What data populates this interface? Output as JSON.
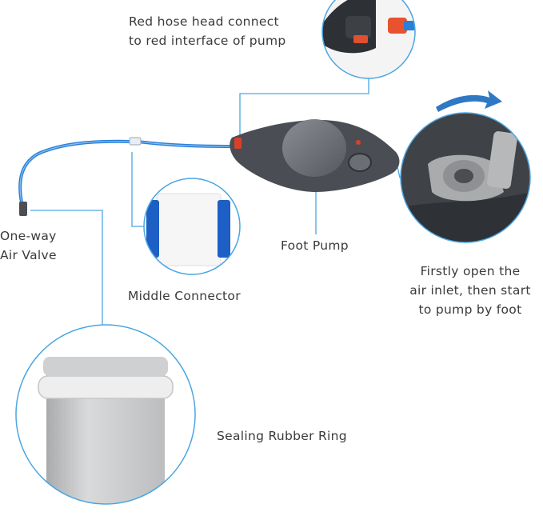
{
  "labels": {
    "red_hose": [
      "Red hose head connect",
      "to red interface of pump"
    ],
    "one_way": [
      "One-way",
      "Air Valve"
    ],
    "middle_connector": "Middle Connector",
    "foot_pump": "Foot Pump",
    "firstly": [
      "Firstly open the",
      "air inlet, then start",
      "to pump by foot"
    ],
    "sealing": "Sealing Rubber Ring"
  },
  "colors": {
    "callout_line": "#4aa6e0",
    "hose": "#2a7fd6",
    "pump_body": "#4a4e54",
    "pump_dome": "#6c7076",
    "red_accent": "#d9402a",
    "arrow": "#2f78c4",
    "ring_gray": "#c9cacb"
  }
}
